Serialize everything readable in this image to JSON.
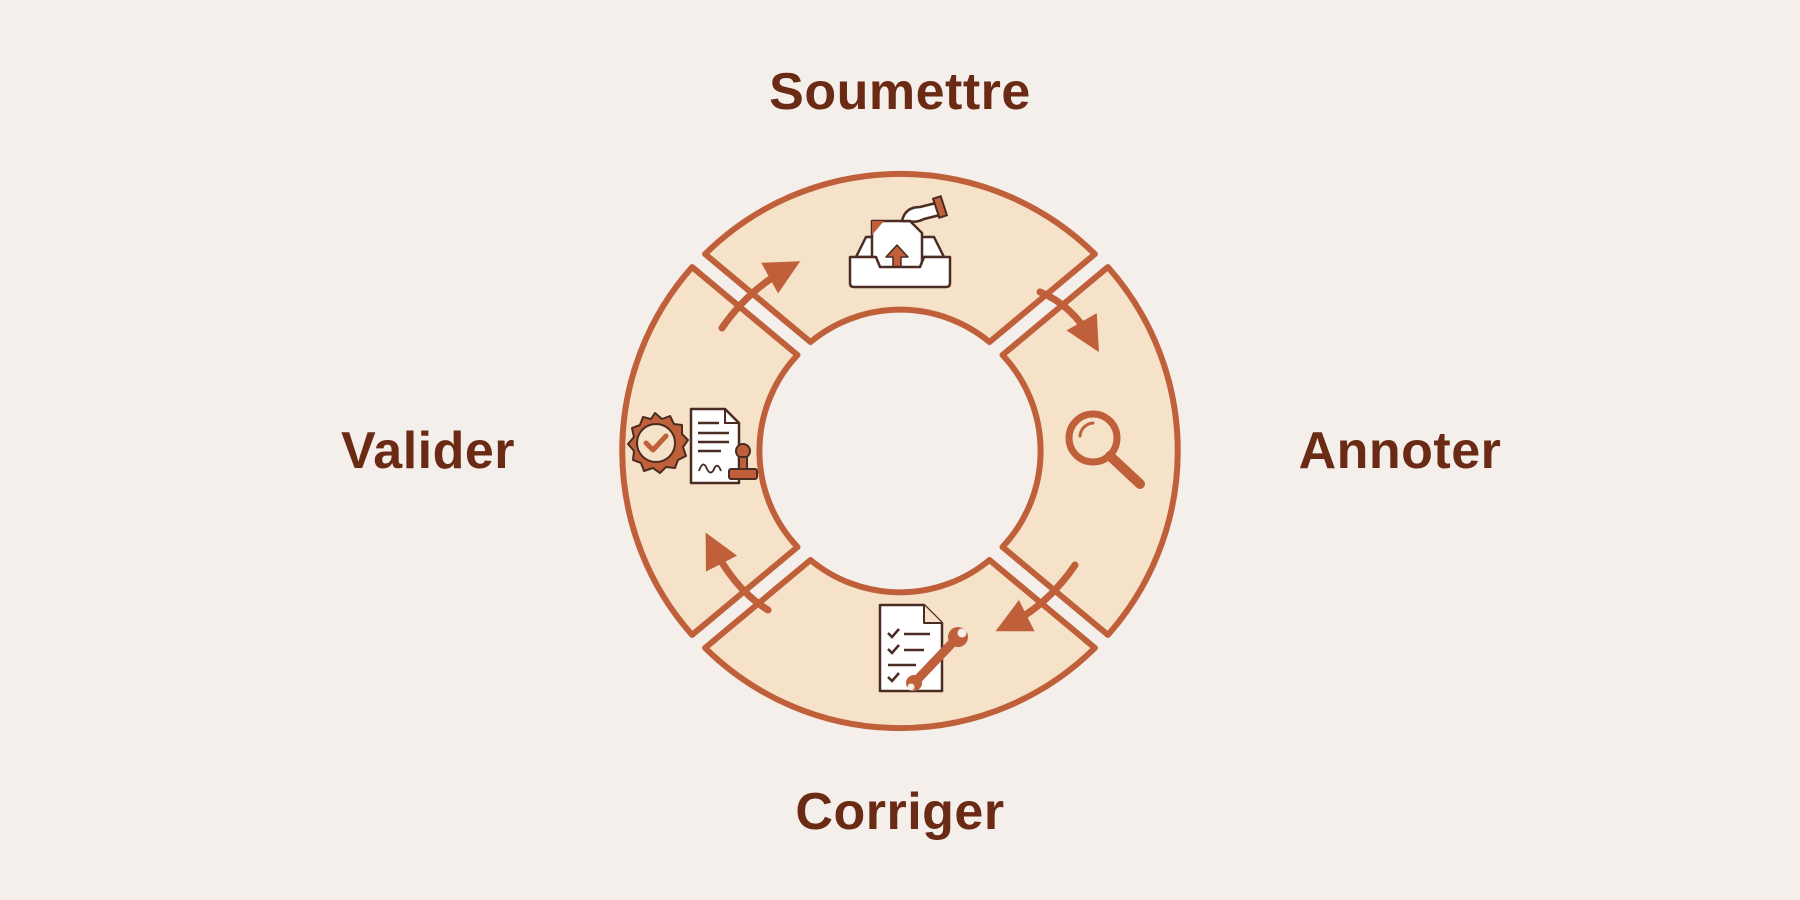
{
  "colors": {
    "background": "#f4efeb",
    "ring_fill": "#f5e2c8",
    "ring_stroke": "#c0603a",
    "label_text": "#6a2a14",
    "icon_fill": "#c0603a",
    "icon_line": "#4a2c22"
  },
  "steps": [
    {
      "label": "Soumettre",
      "icon": "upload-inbox-icon"
    },
    {
      "label": "Annoter",
      "icon": "magnifier-icon"
    },
    {
      "label": "Corriger",
      "icon": "document-wrench-icon"
    },
    {
      "label": "Valider",
      "icon": "certified-document-stamp-icon"
    }
  ]
}
